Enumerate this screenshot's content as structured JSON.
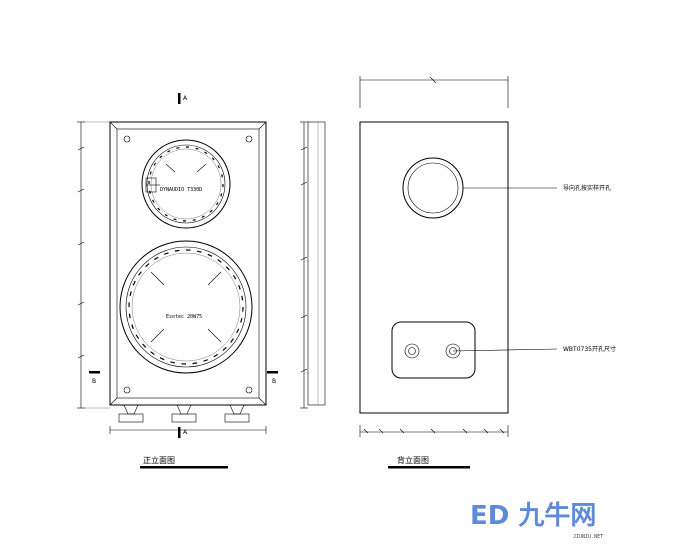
{
  "front_view": {
    "title": "正立面图",
    "section_top": "A",
    "section_bottom": "A",
    "section_left": "B",
    "section_right": "B",
    "tweeter_brand": "DYNAUDIO T330D",
    "woofer_brand": "Esotec 20W75"
  },
  "rear_view": {
    "title": "背立面图",
    "port_note": "导向孔按实样开孔",
    "terminal_note": "WBT0735开孔尺寸"
  },
  "watermark": {
    "text": "ED 九牛网",
    "subtext": "JIUNIU.NET",
    "color": "#2a63c9"
  }
}
